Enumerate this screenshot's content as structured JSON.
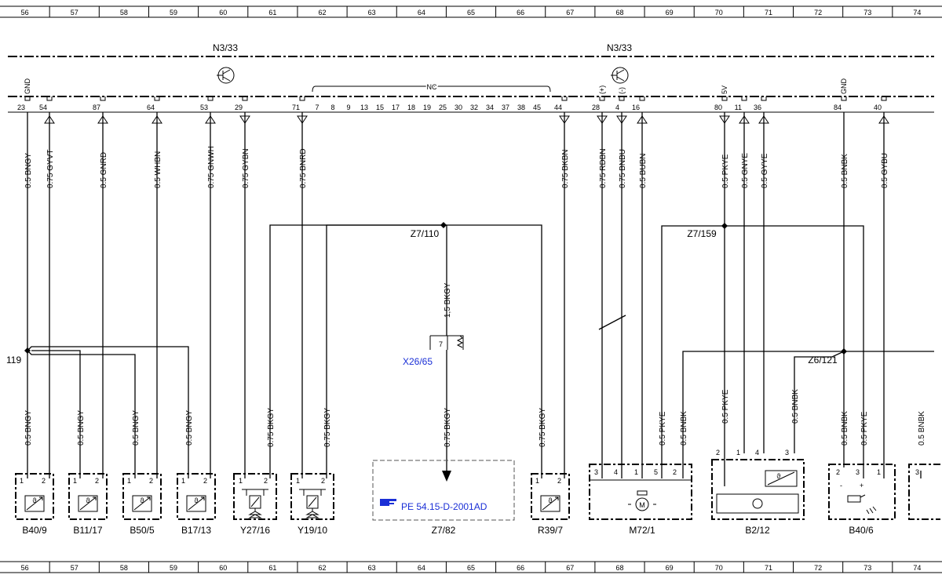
{
  "grid": {
    "columns": [
      "56",
      "57",
      "58",
      "59",
      "60",
      "61",
      "62",
      "63",
      "64",
      "65",
      "66",
      "67",
      "68",
      "69",
      "70",
      "71",
      "72",
      "73",
      "74"
    ]
  },
  "modules": [
    {
      "id": "N3/33",
      "label": "N3/33"
    },
    {
      "id": "N3/33",
      "label": "N3/33"
    }
  ],
  "nc_label": "NC",
  "pin_tags": {
    "gnd": "GND",
    "plus": "(+)",
    "minus": "(-)",
    "v5": "5V"
  },
  "pins": [
    {
      "num": "23",
      "gnd": true
    },
    {
      "num": "54",
      "tri": "up",
      "wire": "0.75 GYVT"
    },
    {
      "num": "87",
      "tri": "up",
      "wire": "0.5 GNRD"
    },
    {
      "num": "64",
      "tri": "up",
      "wire": "0.5 WHBN"
    },
    {
      "num": "53",
      "tri": "up",
      "wire": "0.75 GNWH"
    },
    {
      "num": "29",
      "tri": "down",
      "wire": "0.75 GYBN"
    },
    {
      "num": "71",
      "tri": "down",
      "wire": "0.75 BNRD"
    },
    {
      "num": "44",
      "tri": "down",
      "wire": "0.75 BKBN"
    },
    {
      "num": "28",
      "tri": "down",
      "wire": "0.75 RDBN"
    },
    {
      "num": "4",
      "tri": "down",
      "wire": "0.75 BNBU"
    },
    {
      "num": "16",
      "tri": "up",
      "wire": "0.5 BUBN"
    },
    {
      "num": "80",
      "tri": "down",
      "wire": "0.5 PKYE"
    },
    {
      "num": "11",
      "tri": "up",
      "wire": "0.5 GNYE"
    },
    {
      "num": "36",
      "tri": "up",
      "wire": "0.5 GYYE"
    },
    {
      "num": "84",
      "gnd": true,
      "wire": "0.5 BNBK"
    },
    {
      "num": "40",
      "tri": "up",
      "wire": "0.5 GYBU"
    }
  ],
  "gnd_wire": "0.5 BNGY",
  "nc_pins": [
    "7",
    "8",
    "9",
    "13",
    "15",
    "17",
    "18",
    "19",
    "25",
    "30",
    "32",
    "34",
    "37",
    "38",
    "45"
  ],
  "splices": {
    "s119": "119",
    "z7_110": "Z7/110",
    "z7_159": "Z7/159",
    "z6_121": "Z6/121"
  },
  "lower_wires": {
    "bngy": "0.5 BNGY",
    "bkgy": "0.75 BKGY",
    "z7_trunk": "1,5 BKGY",
    "z7_down": "0.75 BKGY",
    "pkye": "0.5 PKYE",
    "bnbk": "0.5 BNBK"
  },
  "connector": {
    "label": "X26/65",
    "pin": "7"
  },
  "ref": {
    "text": "PE 54.15-D-2001AD"
  },
  "components": [
    "B40/9",
    "B11/17",
    "B50/5",
    "B17/13",
    "Y27/16",
    "Y19/10",
    "Z7/82",
    "R39/7",
    "M72/1",
    "B2/12",
    "B40/6"
  ],
  "comp_pins": {
    "p1": "1",
    "p2": "2",
    "p3": "3",
    "p4": "4",
    "p5": "5"
  },
  "symbols": {
    "motor": "M",
    "theta": "ϑ",
    "minus": "-",
    "plus": "+",
    "ref_icon": "pointing-hand-icon"
  }
}
